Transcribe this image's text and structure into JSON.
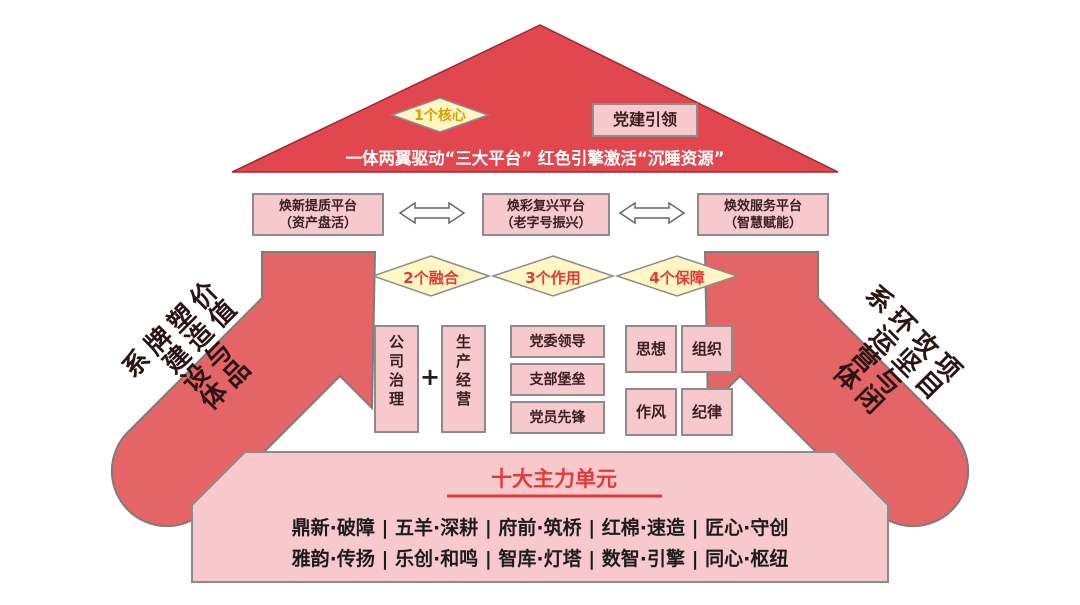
{
  "roof": {
    "core_label": "1个核心",
    "party_label": "党建引领",
    "slogan": "一体两翼驱动“三大平台” 红色引擎激活“沉睡资源”"
  },
  "platforms": [
    {
      "name": "焕新提质平台",
      "sub": "（资产盘活）"
    },
    {
      "name": "焕彩复兴平台",
      "sub": "（老字号振兴）"
    },
    {
      "name": "焕效服务平台",
      "sub": "（智慧赋能）"
    }
  ],
  "diamonds": [
    "2个融合",
    "3个作用",
    "4个保障"
  ],
  "fusion": {
    "left": [
      "公",
      "司",
      "治",
      "理"
    ],
    "plus": "+",
    "right": [
      "生",
      "产",
      "经",
      "营"
    ]
  },
  "roles": [
    "党委领导",
    "支部堡垒",
    "党员先锋"
  ],
  "guarantees": [
    "思想",
    "组织",
    "作风",
    "纪律"
  ],
  "left_arrow_text": [
    "价值",
    "塑造与品",
    "牌建设体",
    "系"
  ],
  "right_arrow_text": [
    "项目",
    "攻坚与闭",
    "环运营体",
    "系"
  ],
  "units": {
    "title": "十大主力单元",
    "row1": "鼎新·破障 | 五羊·深耕 | 府前·筑桥 | 红棉·速造 | 匠心·守创",
    "row2": "雅韵·传扬 | 乐创·和鸣 | 智库·灯塔 | 数智·引擎 | 同心·枢纽"
  },
  "colors": {
    "roof_red": "#e2474f",
    "pink": "#f7c8cc",
    "diamond_yellow": "#fff6c4",
    "title_red": "#e23a3a"
  }
}
